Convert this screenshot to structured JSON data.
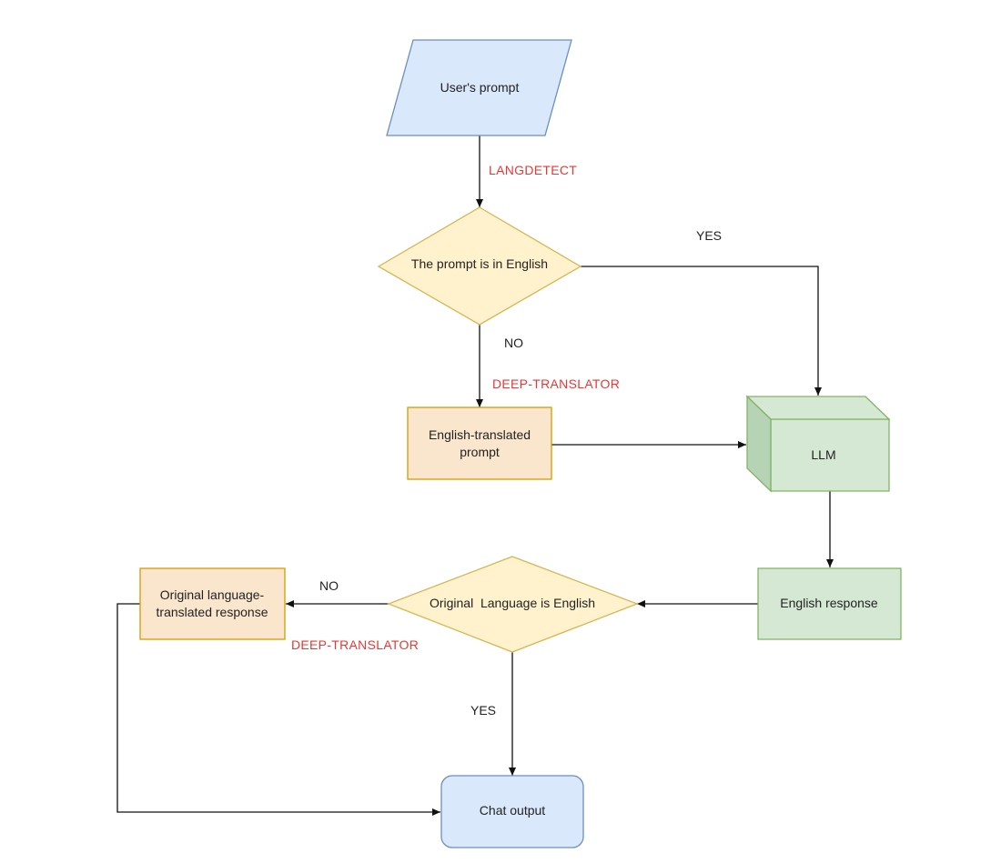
{
  "colors": {
    "io_fill": "#dae8fc",
    "io_stroke": "#6c8ebf",
    "decision_fill": "#fff2cc",
    "decision_stroke": "#d6b656",
    "process_fill": "#fae6cd",
    "process_stroke": "#d79b00",
    "llm_fill": "#d5e8d4",
    "llm_stroke": "#82b366",
    "tool_label": "#e53935"
  },
  "nodes": {
    "user_prompt": "User's  prompt",
    "english_check": "The prompt is in English",
    "translated_prompt": [
      "English-translated",
      "prompt"
    ],
    "llm": "LLM",
    "english_response": "English response",
    "original_check": "Original  Language is English",
    "translated_response": [
      "Original language-",
      "translated response"
    ],
    "chat_output": "Chat output"
  },
  "edge_labels": {
    "langdetect": "LANGDETECT",
    "yes_top": "YES",
    "no_top": "NO",
    "deep_translator_top": "DEEP-TRANSLATOR",
    "no_bottom": "NO",
    "deep_translator_bottom": "DEEP-TRANSLATOR",
    "yes_bottom": "YES"
  }
}
